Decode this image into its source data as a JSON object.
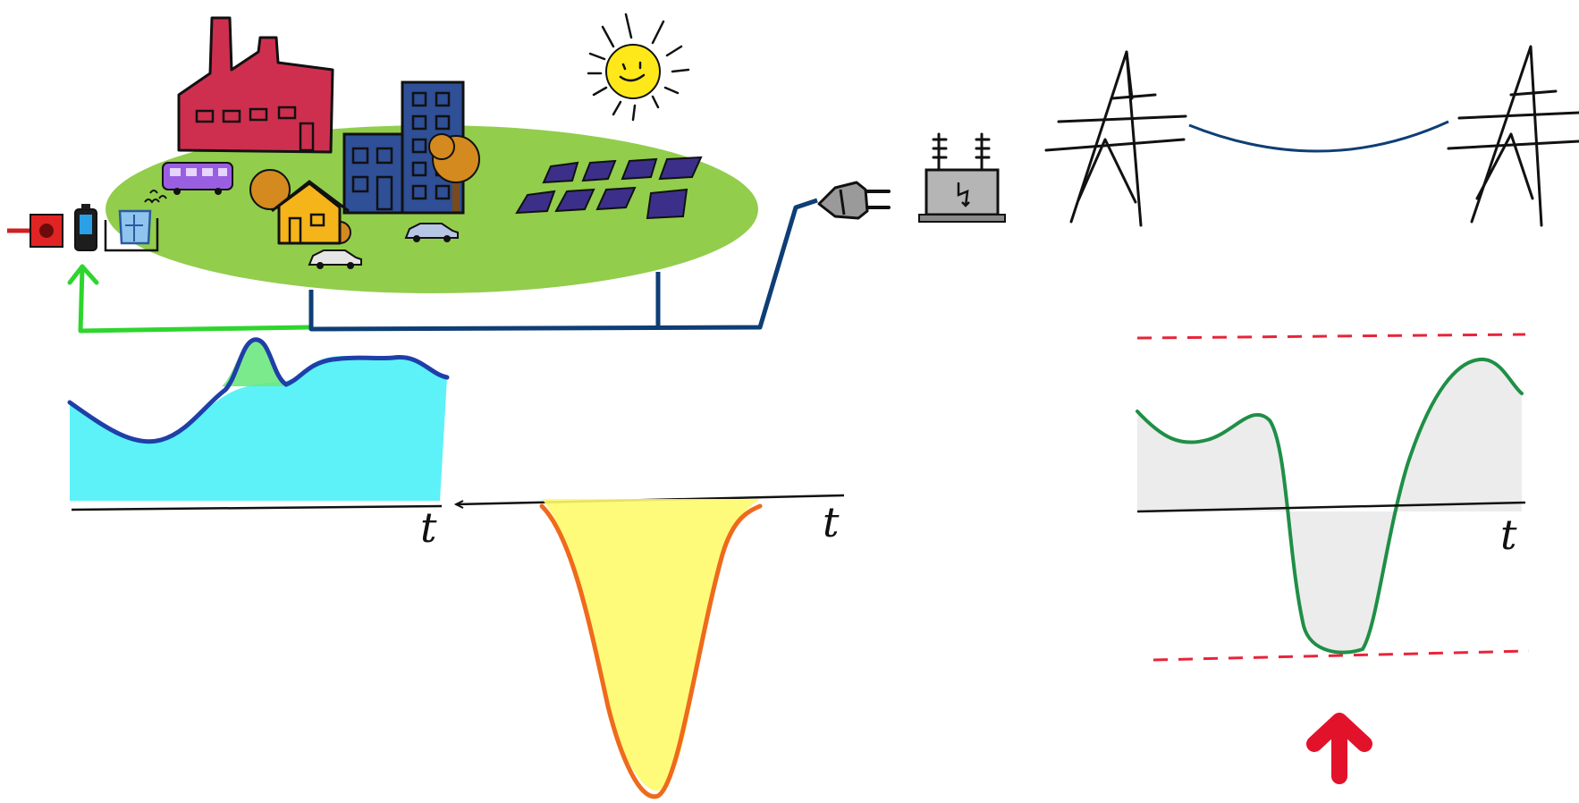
{
  "colors": {
    "ground": "#92cd4c",
    "factory": "#cf2f4f",
    "office": "#2f4f96",
    "house": "#f5b41a",
    "tree": "#d48a1f",
    "bus": "#9a5fe0",
    "panel": "#3c2f8a",
    "sun": "#ffe81a",
    "grid_wire": "#0e3e75",
    "local_line": "#2ed52e",
    "consumption_fill": "#3ff0f7",
    "consumption_line": "#1f3fa8",
    "production_fill": "#fffb6b",
    "production_line": "#ef6a1c",
    "net_fill": "#ececec",
    "net_line": "#1f8f46",
    "limit_line": "#e8243a",
    "alert_arrow": "#e3122b"
  },
  "icons": {
    "sun": "sun-icon",
    "plug": "plug-icon",
    "transformer": "transformer-icon",
    "pylon": "pylon-icon",
    "battery": "battery-icon",
    "generator": "generator-icon",
    "heat_storage": "heat-storage-icon",
    "car": "car-icon",
    "bus": "bus-icon",
    "up_arrow": "up-arrow-icon"
  },
  "plots": {
    "consumption": {
      "axis_label": "t"
    },
    "production": {
      "axis_label": "t"
    },
    "net_exchange": {
      "axis_label": "t"
    }
  }
}
